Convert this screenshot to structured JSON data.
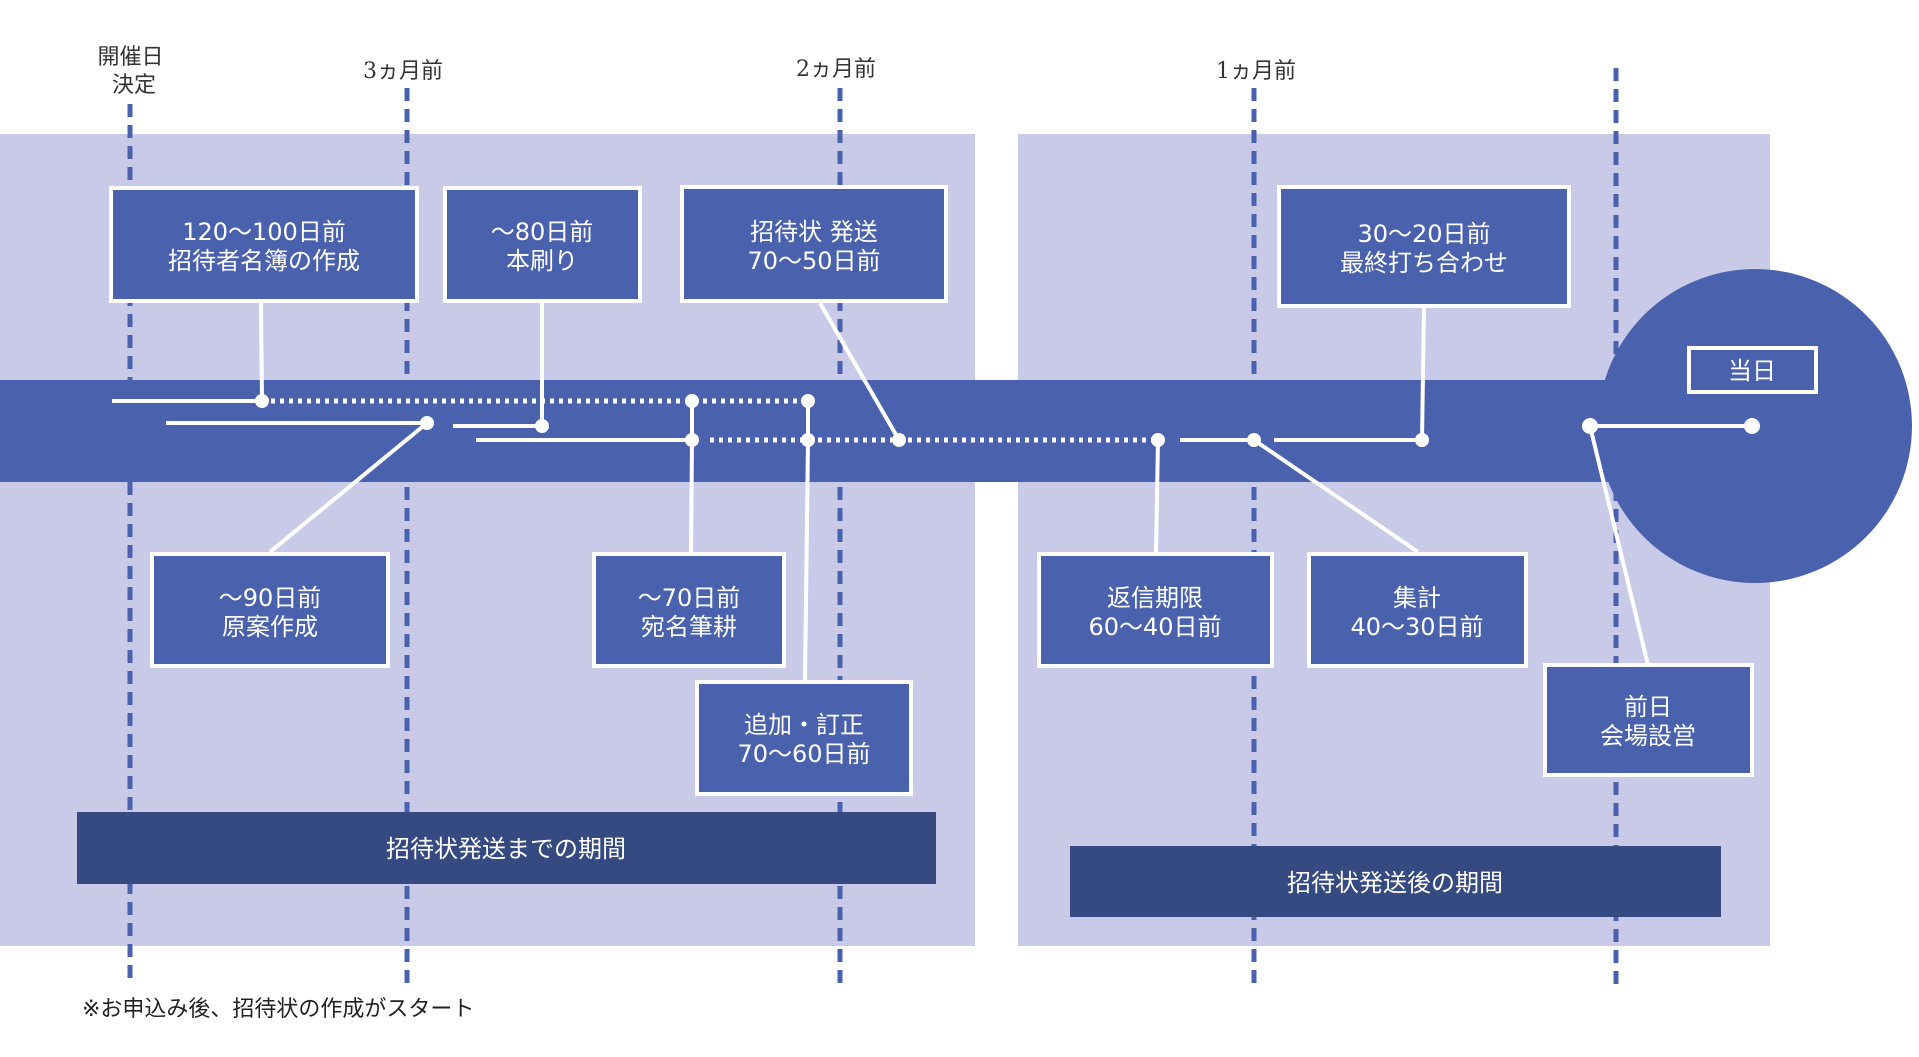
{
  "colors": {
    "panel": "#c9cae8",
    "band": "#4a62ad",
    "box": "#4a62ad",
    "box_border": "#ffffff",
    "period": "#354a80",
    "guide": "#4a62ad",
    "line": "#ffffff"
  },
  "markers": [
    {
      "id": "decide",
      "lines": [
        "開催日",
        "決定"
      ]
    },
    {
      "id": "m3",
      "lines": [
        "3ヵ月前"
      ]
    },
    {
      "id": "m2",
      "lines": [
        "2ヵ月前"
      ]
    },
    {
      "id": "m1",
      "lines": [
        "1ヵ月前"
      ]
    }
  ],
  "boxes": [
    {
      "id": "list",
      "lines": [
        "120～100日前",
        "招待者名簿の作成"
      ]
    },
    {
      "id": "print",
      "lines": [
        "～80日前",
        "本刷り"
      ]
    },
    {
      "id": "send",
      "lines": [
        "招待状 発送",
        "70～50日前"
      ]
    },
    {
      "id": "meeting",
      "lines": [
        "30～20日前",
        "最終打ち合わせ"
      ]
    },
    {
      "id": "draft",
      "lines": [
        "～90日前",
        "原案作成"
      ]
    },
    {
      "id": "address",
      "lines": [
        "～70日前",
        "宛名筆耕"
      ]
    },
    {
      "id": "correct",
      "lines": [
        "追加・訂正",
        "70～60日前"
      ]
    },
    {
      "id": "reply",
      "lines": [
        "返信期限",
        "60～40日前"
      ]
    },
    {
      "id": "count",
      "lines": [
        "集計",
        "40～30日前"
      ]
    },
    {
      "id": "eve",
      "lines": [
        "前日",
        "会場設営"
      ]
    }
  ],
  "day_label": "当日",
  "periods": [
    {
      "id": "before",
      "label": "招待状発送までの期間"
    },
    {
      "id": "after",
      "label": "招待状発送後の期間"
    }
  ],
  "note": "※お申込み後、招待状の作成がスタート"
}
